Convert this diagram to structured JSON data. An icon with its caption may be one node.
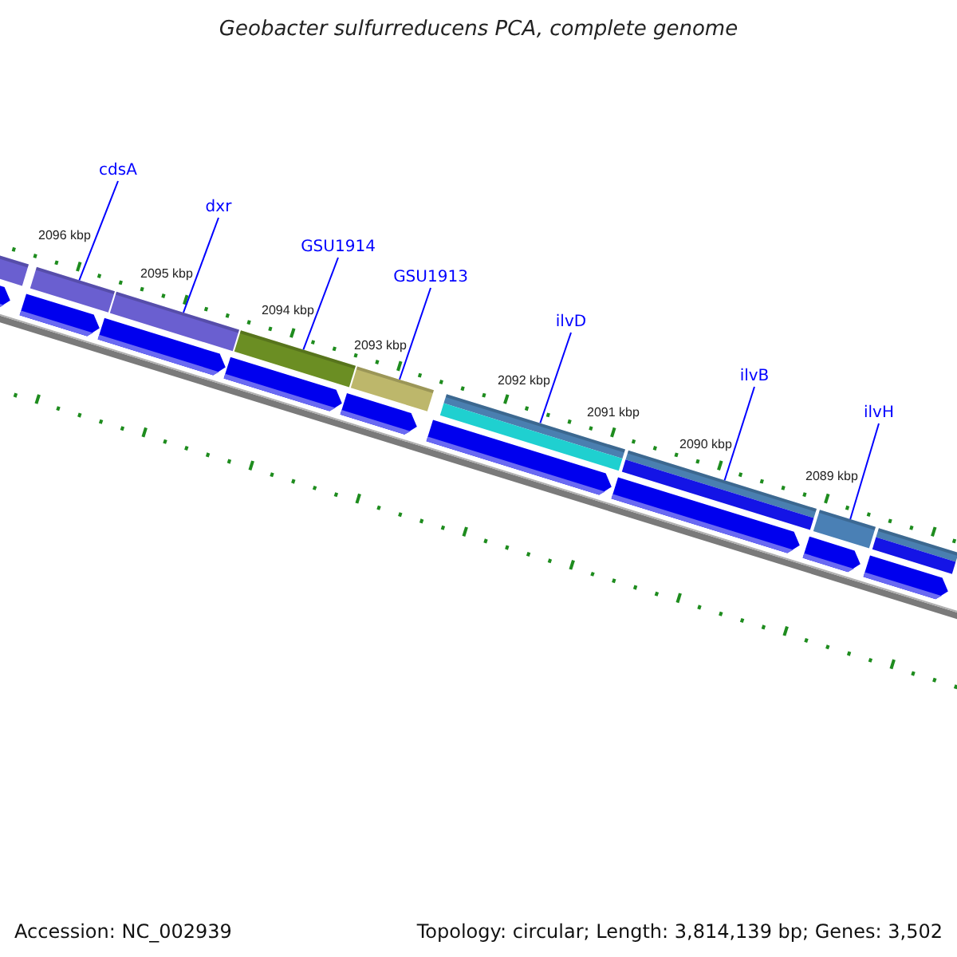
{
  "diagram": {
    "title": "Geobacter sulfurreducens PCA, complete genome",
    "nodes": [
      {
        "text": [
          "cdsA"
        ]
      },
      {
        "text": [
          "dxr"
        ]
      },
      {
        "text": [
          "GSU1914"
        ]
      },
      {
        "text": [
          "GSU1913"
        ]
      },
      {
        "text": [
          "ilvD"
        ]
      },
      {
        "text": [
          "ilvB"
        ]
      },
      {
        "text": [
          "ilvH"
        ]
      },
      {
        "text": [],
        "shape": "bar"
      },
      {
        "text": [],
        "shape": "bar"
      },
      {
        "text": [],
        "shape": "bar"
      },
      {
        "text": [],
        "shape": "bar"
      },
      {
        "text": [],
        "shape": "bar"
      },
      {
        "text": [],
        "shape": "bar"
      },
      {
        "text": [],
        "shape": "bar"
      },
      {
        "text": [],
        "shape": "bar"
      },
      {
        "text": [],
        "shape": "bar"
      },
      {
        "text": [],
        "shape": "pentagon"
      },
      {
        "text": [],
        "shape": "pentagon"
      },
      {
        "text": [],
        "shape": "pentagon"
      },
      {
        "text": [],
        "shape": "pentagon"
      },
      {
        "text": [],
        "shape": "pentagon"
      },
      {
        "text": [],
        "shape": "pentagon"
      },
      {
        "text": [],
        "shape": "pentagon"
      },
      {
        "text": [],
        "shape": "pentagon"
      },
      {
        "text": [],
        "shape": "pentagon"
      }
    ],
    "edges": [
      {
        "from": 0,
        "to": 8,
        "arrow": "none"
      },
      {
        "from": 1,
        "to": 9,
        "arrow": "none"
      },
      {
        "from": 2,
        "to": 10,
        "arrow": "none"
      },
      {
        "from": 3,
        "to": 11,
        "arrow": "none"
      },
      {
        "from": 4,
        "to": 12,
        "arrow": "none"
      },
      {
        "from": 5,
        "to": 13,
        "arrow": "none"
      },
      {
        "from": 6,
        "to": 14,
        "arrow": "none"
      }
    ],
    "labels": [
      "2096 kbp",
      "2095 kbp",
      "2094 kbp",
      "2093 kbp",
      "2092 kbp",
      "2091 kbp",
      "2090 kbp",
      "2089 kbp",
      "Accession: NC_002939",
      "Topology: circular; Length: 3,814,139 bp; Genes: 3,502"
    ]
  }
}
